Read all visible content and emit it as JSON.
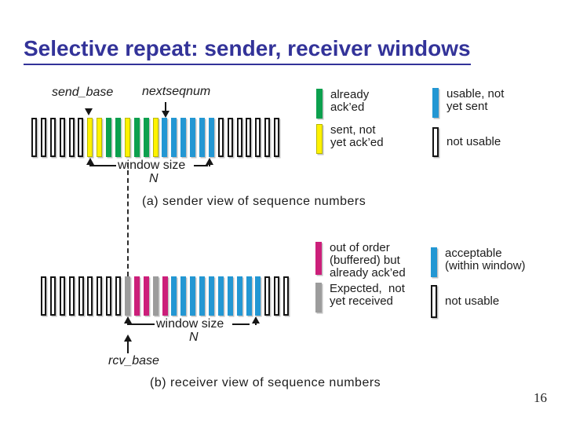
{
  "slide": {
    "title": "Selective repeat: sender, receiver windows",
    "page_number": "16"
  },
  "colors": {
    "title": "#333399",
    "green": "#0ca04e",
    "yellow": "#fff200",
    "yellow_border": "#b8b800",
    "blue": "#2397d3",
    "magenta": "#cc1f7a",
    "gray": "#9c9c9c",
    "white": "#ffffff",
    "outline": "#161616"
  },
  "sender": {
    "send_base_label": "send_base",
    "nextseqnum_label": "nextseqnum",
    "window_size_label": "window size",
    "window_n": "N",
    "caption": "(a) sender view of sequence numbers",
    "bars": [
      "white",
      "white",
      "white",
      "white",
      "white",
      "white",
      "yellow",
      "yellow",
      "green",
      "green",
      "yellow",
      "green",
      "green",
      "yellow",
      "blue",
      "blue",
      "blue",
      "blue",
      "blue",
      "blue",
      "white",
      "white",
      "white",
      "white",
      "white",
      "white",
      "white"
    ]
  },
  "receiver": {
    "rcv_base_label": "rcv_base",
    "window_size_label": "window size",
    "window_n": "N",
    "caption": "(b) receiver view of sequence numbers",
    "bars": [
      "white",
      "white",
      "white",
      "white",
      "white",
      "white",
      "white",
      "white",
      "white",
      "gray",
      "magenta",
      "magenta",
      "gray",
      "magenta",
      "blue",
      "blue",
      "blue",
      "blue",
      "blue",
      "blue",
      "blue",
      "blue",
      "blue",
      "blue",
      "white",
      "white",
      "white"
    ]
  },
  "sender_legend": {
    "items": [
      {
        "swatch": "green",
        "lines": [
          "already",
          "ack’ed"
        ]
      },
      {
        "swatch": "blue",
        "lines": [
          "usable, not",
          "yet sent"
        ]
      },
      {
        "swatch": "yellow",
        "lines": [
          "sent, not",
          "yet ack’ed"
        ]
      },
      {
        "swatch": "white",
        "lines": [
          "not usable"
        ]
      }
    ]
  },
  "receiver_legend": {
    "items": [
      {
        "swatch": "magenta",
        "lines": [
          "out of order",
          "(buffered) but",
          "already ack’ed"
        ]
      },
      {
        "swatch": "blue",
        "lines": [
          "acceptable",
          "(within window)"
        ]
      },
      {
        "swatch": "gray",
        "lines": [
          "Expected,  not",
          "yet received"
        ]
      },
      {
        "swatch": "white",
        "lines": [
          "not usable"
        ]
      }
    ]
  }
}
